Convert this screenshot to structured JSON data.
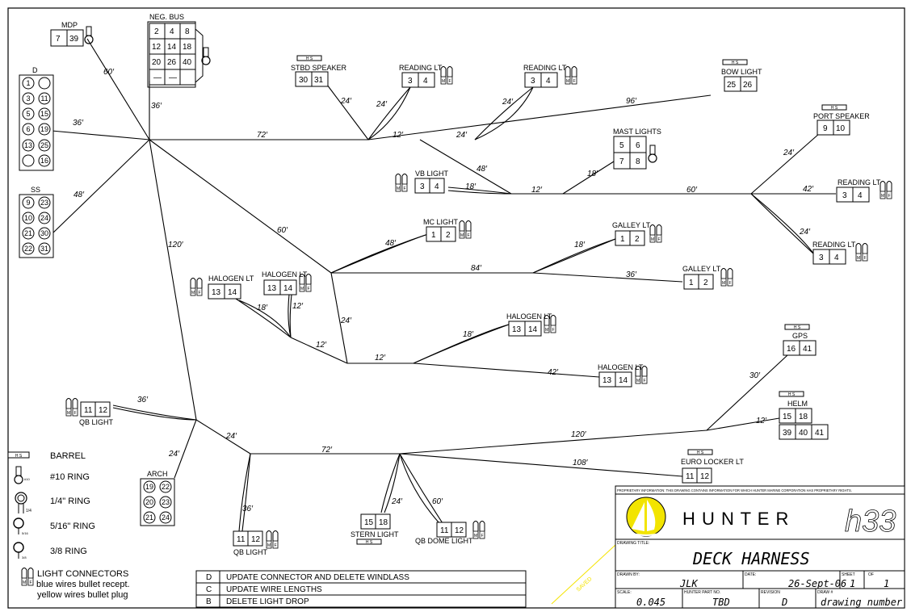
{
  "connectors": {
    "mdp": {
      "label": "MDP",
      "pins": [
        "7",
        "39"
      ]
    },
    "neg_bus": {
      "label": "NEG. BUS",
      "pins": [
        "2",
        "4",
        "8",
        "12",
        "14",
        "18",
        "20",
        "26",
        "40",
        "—",
        "—",
        ""
      ]
    },
    "d": {
      "label": "D",
      "pins": [
        "1",
        "",
        "3",
        "11",
        "5",
        "15",
        "6",
        "19",
        "13",
        "25",
        "",
        "16"
      ]
    },
    "ss": {
      "label": "SS",
      "pins": [
        "9",
        "23",
        "10",
        "24",
        "21",
        "30",
        "22",
        "31"
      ]
    },
    "stbd_speaker": {
      "label": "STBD SPEAKER",
      "pins": [
        "30",
        "31"
      ]
    },
    "reading_lt_1": {
      "label": "READING LT",
      "pins": [
        "3",
        "4"
      ]
    },
    "reading_lt_2": {
      "label": "READING LT",
      "pins": [
        "3",
        "4"
      ]
    },
    "bow_light": {
      "label": "BOW LIGHT",
      "pins": [
        "25",
        "26"
      ]
    },
    "port_speaker": {
      "label": "PORT SPEAKER",
      "pins": [
        "9",
        "10"
      ]
    },
    "mast_lights": {
      "label": "MAST LIGHTS",
      "pins": [
        "5",
        "6",
        "7",
        "8"
      ]
    },
    "vb_light": {
      "label": "VB LIGHT",
      "pins": [
        "3",
        "4"
      ]
    },
    "reading_lt_3": {
      "label": "READING LT",
      "pins": [
        "3",
        "4"
      ]
    },
    "reading_lt_4": {
      "label": "READING LT",
      "pins": [
        "3",
        "4"
      ]
    },
    "mc_light": {
      "label": "MC LIGHT",
      "pins": [
        "1",
        "2"
      ]
    },
    "galley_lt_1": {
      "label": "GALLEY LT",
      "pins": [
        "1",
        "2"
      ]
    },
    "galley_lt_2": {
      "label": "GALLEY LT",
      "pins": [
        "1",
        "2"
      ]
    },
    "halogen_lt_1": {
      "label": "HALOGEN LT",
      "pins": [
        "13",
        "14"
      ]
    },
    "halogen_lt_2": {
      "label": "HALOGEN LT",
      "pins": [
        "13",
        "14"
      ]
    },
    "halogen_lt_3": {
      "label": "HALOGEN LT",
      "pins": [
        "13",
        "14"
      ]
    },
    "halogen_lt_4": {
      "label": "HALOGEN LT",
      "pins": [
        "13",
        "14"
      ]
    },
    "gps": {
      "label": "GPS",
      "pins": [
        "16",
        "41"
      ]
    },
    "helm": {
      "label": "HELM",
      "pins": [
        "15",
        "18",
        "39",
        "40",
        "41"
      ]
    },
    "qb_light_1": {
      "label": "QB LIGHT",
      "pins": [
        "11",
        "12"
      ]
    },
    "arch": {
      "label": "ARCH",
      "pins": [
        "19",
        "22",
        "20",
        "23",
        "21",
        "24"
      ]
    },
    "qb_light_2": {
      "label": "QB LIGHT",
      "pins": [
        "11",
        "12"
      ]
    },
    "stern_light": {
      "label": "STERN LIGHT",
      "pins": [
        "15",
        "18"
      ]
    },
    "qb_dome_light": {
      "label": "QB DOME LIGHT",
      "pins": [
        "11",
        "12"
      ]
    },
    "euro_locker": {
      "label": "EURO LOCKER LT",
      "pins": [
        "11",
        "12"
      ]
    }
  },
  "wire_lengths": {
    "mdp": "60′",
    "d": "36′",
    "neg": "36′",
    "ss": "48′",
    "main_top": "72′",
    "stbd_spk": "24′",
    "rl1": "24′",
    "mid_a": "12′",
    "mid_b": "24′",
    "rl2": "24′",
    "bow": "96′",
    "to_mast_junction": "48′",
    "mast": "18′",
    "vb_to_mast": "12′",
    "vb": "18′",
    "port_run": "60′",
    "port_spk": "24′",
    "rl3": "42′",
    "rl4": "24′",
    "to_mc": "60′",
    "mc": "48′",
    "galley_run": "84′",
    "galley1": "18′",
    "galley2": "36′",
    "down": "120′",
    "hal_down": "24′",
    "hal1": "18′",
    "hal2": "12′",
    "hal_mid": "12′",
    "hal_run": "12′",
    "hal3": "18′",
    "hal4": "42′",
    "qb1": "36′",
    "arch": "24′",
    "aft_a": "24′",
    "aft_b": "72′",
    "gps_run": "120′",
    "gps": "30′",
    "helm": "12′",
    "euro": "108′",
    "qb2": "36′",
    "stern": "24′",
    "dome": "60′"
  },
  "tags": {
    "hs": "H S"
  },
  "legend": {
    "barrel": "BARREL",
    "ring10": "#10 RING",
    "ring14": "1/4\" RING",
    "ring516": "5/16\" RING",
    "ring38": "3/8 RING",
    "light_connectors": "LIGHT CONNECTORS",
    "blue_line": "blue wires bullet recept.",
    "yellow_line": "yellow wires bullet plug",
    "ring_tag_10": "#10",
    "ring_tag_14": "1/4",
    "ring_tag_516": "5/16",
    "ring_tag_38": "3/8",
    "mf_m": "M",
    "mf_f": "F"
  },
  "revisions": [
    {
      "rev": "D",
      "desc": "UPDATE CONNECTOR AND DELETE WINDLASS"
    },
    {
      "rev": "C",
      "desc": "UPDATE WIRE LENGTHS"
    },
    {
      "rev": "B",
      "desc": "DELETE LIGHT DROP"
    }
  ],
  "title_block": {
    "proprietary": "PROPRIETARY INFORMATION: THIS DRAWING CONTAINS INFORMATION FOR WHICH HUNTER MARINE CORPORATION HAS PROPRIETARY RIGHTS.",
    "brand": "H U N T E R",
    "model": "h33",
    "drawing_title_label": "DRAWING TITLE:",
    "drawing_title": "DECK HARNESS",
    "drawn_by_label": "DRAWN BY:",
    "drawn_by": "JLK",
    "date_label": "DATE:",
    "date": "26-Sept-06",
    "sheet_label": "SHEET",
    "sheet": "1",
    "of_label": "OF",
    "of": "1",
    "scale_label": "SCALE:",
    "scale": "0.045",
    "part_label": "HUNTER PART NO.",
    "part": "TBD",
    "revision_label": "REVISION",
    "revision": "D",
    "draw_no_label": "DRAW #",
    "draw_no": "drawing number",
    "stamp": "SAVED"
  },
  "colors": {
    "line": "#000000",
    "logo_yellow": "#f2e400",
    "stamp": "#f5e400"
  }
}
